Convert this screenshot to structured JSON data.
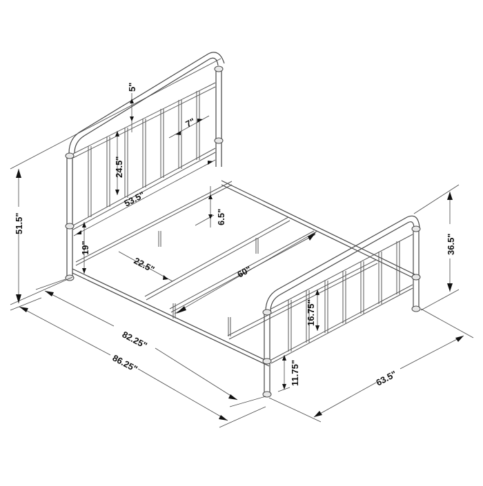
{
  "diagram": {
    "subject": "Metal bed frame dimension drawing",
    "colors": {
      "background": "#ffffff",
      "line": "#444444",
      "text": "#111111"
    },
    "dimensions": {
      "headboard_total_height": "51.5\"",
      "headboard_top_rail_gap": "5\"",
      "spindle_spacing": "7\"",
      "headboard_spindle_height": "24.5\"",
      "headboard_width": "53.5\"",
      "headboard_floor_to_rail": "19\"",
      "side_rail_height": "6.5\"",
      "slat_spacing": "22.5\"",
      "inner_width": "60\"",
      "footboard_spindle_height": "16.75\"",
      "footboard_floor_to_rail": "11.75\"",
      "footboard_total_height": "36.5\"",
      "inner_length": "82.25\"",
      "overall_length": "86.25\"",
      "overall_width": "63.5\""
    }
  }
}
